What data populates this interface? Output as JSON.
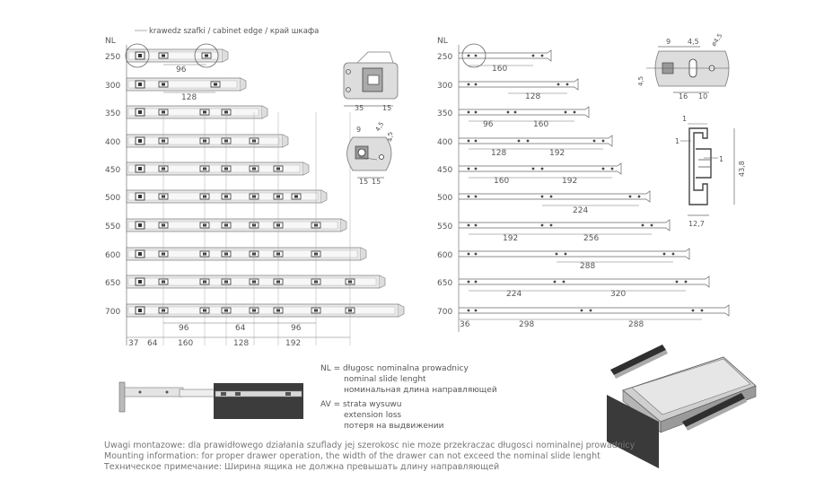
{
  "cabinet_edge": "krawedz szafki / cabinet edge / край шкафа",
  "nl_header": "NL",
  "left_panel": {
    "rows": [
      "250",
      "300",
      "350",
      "400",
      "450",
      "500",
      "550",
      "600",
      "650",
      "700"
    ],
    "hole_labels": [
      {
        "row": 0,
        "text": "96"
      },
      {
        "row": 1,
        "text": "128"
      }
    ],
    "bottom_dims": [
      "37",
      "64",
      "160",
      "128",
      "192"
    ],
    "upper_dims": [
      "96",
      "64",
      "96"
    ]
  },
  "right_panel": {
    "rows": [
      "250",
      "300",
      "350",
      "400",
      "450",
      "500",
      "550",
      "600",
      "650",
      "700"
    ],
    "dims": [
      {
        "row": 0,
        "text": "160"
      },
      {
        "row": 1,
        "text": "128"
      },
      {
        "row": 2,
        "text": "96"
      },
      {
        "row": 2,
        "text": "160"
      },
      {
        "row": 3,
        "text": "128"
      },
      {
        "row": 3,
        "text": "192"
      },
      {
        "row": 4,
        "text": "160"
      },
      {
        "row": 4,
        "text": "192"
      },
      {
        "row": 5,
        "text": "224"
      },
      {
        "row": 6,
        "text": "192"
      },
      {
        "row": 6,
        "text": "256"
      },
      {
        "row": 7,
        "text": "288"
      },
      {
        "row": 8,
        "text": "224"
      },
      {
        "row": 8,
        "text": "320"
      },
      {
        "row": 9,
        "text": "36"
      },
      {
        "row": 9,
        "text": "298"
      },
      {
        "row": 9,
        "text": "288"
      }
    ]
  },
  "detail_top": {
    "d1": "35",
    "d2": "15"
  },
  "detail_mid": {
    "d1": "9",
    "d2": "4,5",
    "d3": "15",
    "d4": "15"
  },
  "detail_right": {
    "d1": "9",
    "d2": "4,5",
    "d3": "ø4,5",
    "d4": "4,5",
    "d5": "16",
    "d6": "10"
  },
  "profile": {
    "d1": "1",
    "d2": "1",
    "d3": "1",
    "height": "43,8",
    "width": "12,7"
  },
  "legend": {
    "nl_pl": "NL = długosc nominalna prowadnicy",
    "nl_en": "nominal slide lenght",
    "nl_ru": "номинальная длина направляющей",
    "av_pl": "AV = strata wysuwu",
    "av_en": "extension loss",
    "av_ru": "потеря на выдвижении"
  },
  "notes": {
    "pl": "Uwagi montazowe: dla prawidłowego działania szuflady jej szerokosc nie moze przekraczac długosci nominalnej prowadnicy",
    "en": "Mounting information: for proper drawer operation, the width of the drawer can not exceed the nominal slide lenght",
    "ru": "Техническое примечание: Ширина ящика не должна превышать длину направляющей"
  }
}
